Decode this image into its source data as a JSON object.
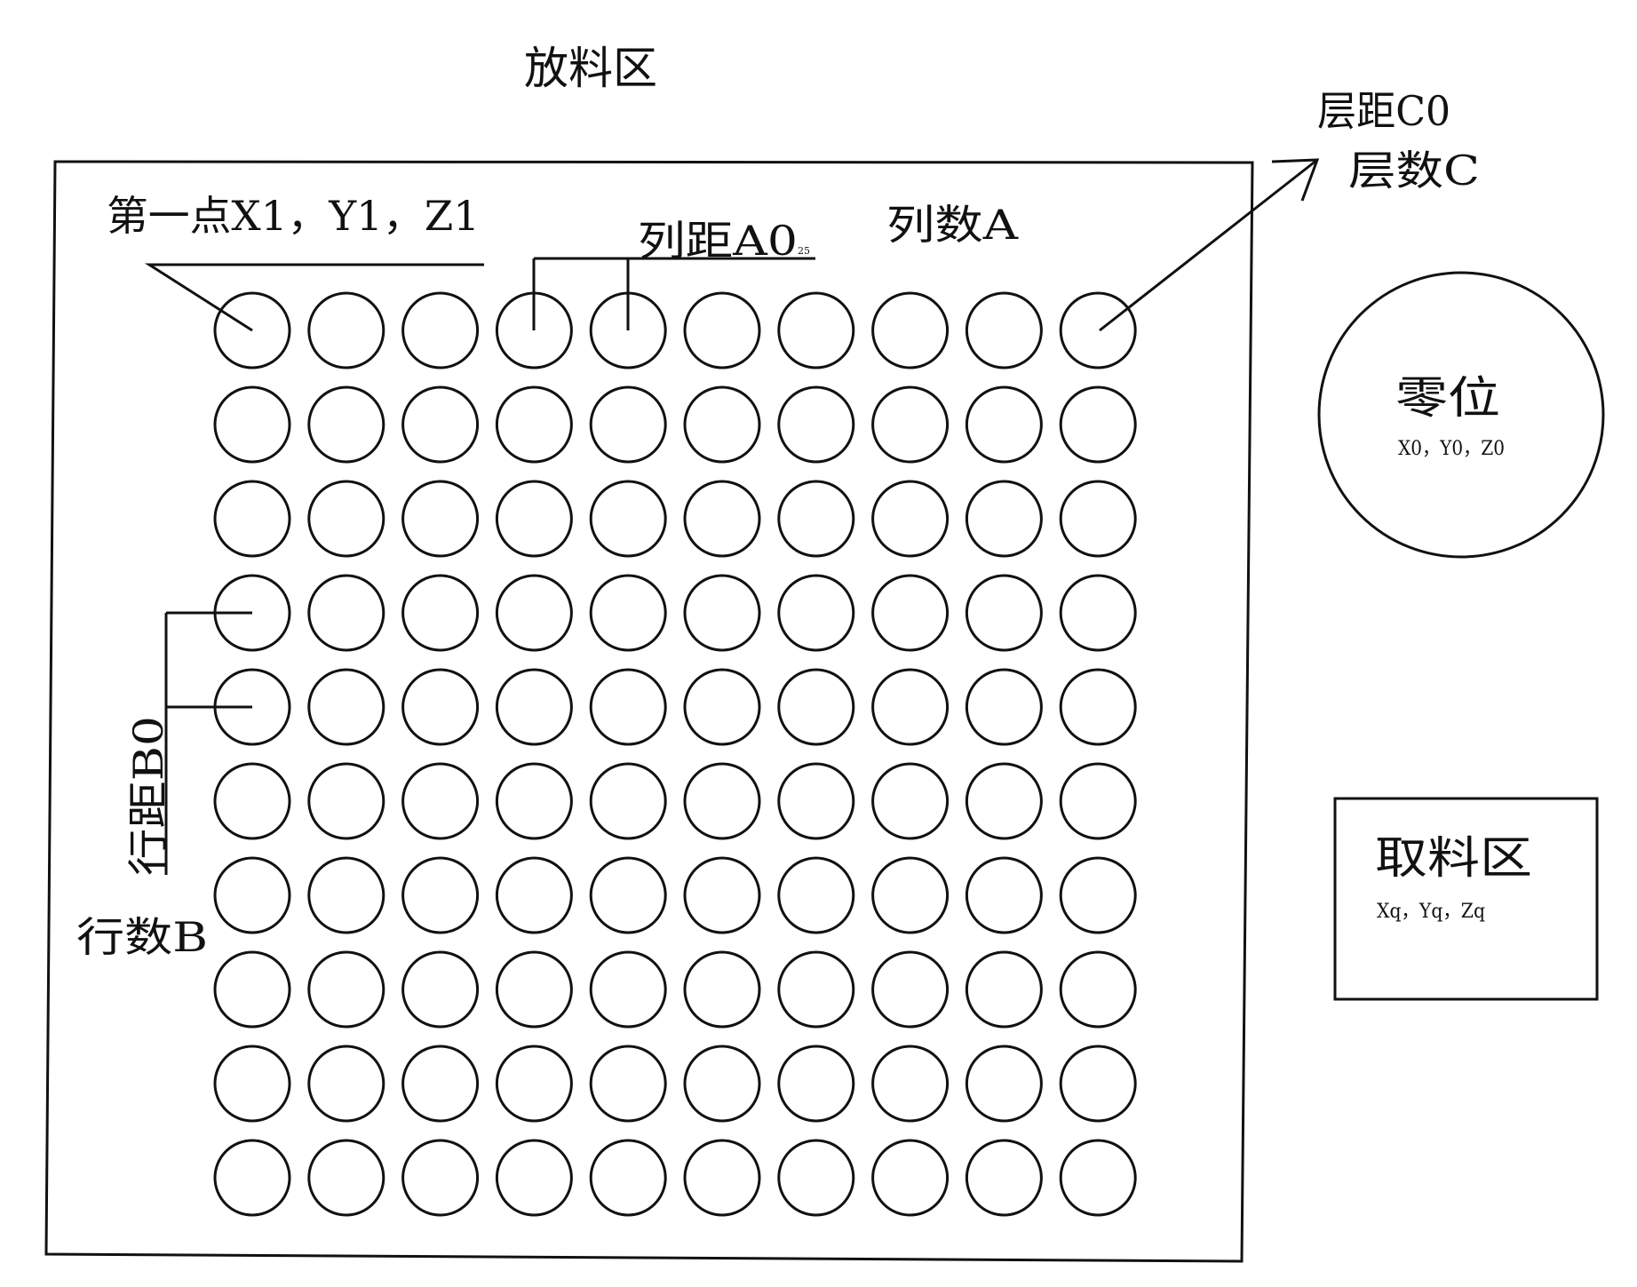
{
  "labels": {
    "placement_area": "放料区",
    "first_point": "第一点X1，Y1，Z1",
    "col_spacing": "列距A0",
    "col_spacing_note": "25",
    "col_count": "列数A",
    "layer_spacing": "层距C0",
    "layer_count": "层数C",
    "row_spacing": "行距B0",
    "row_count": "行数B",
    "zero_title": "零位",
    "zero_coords": "X0，Y0，Z0",
    "pick_title": "取料区",
    "pick_coords": "Xq，Yq，Zq"
  },
  "grid": {
    "rows": 10,
    "cols": 10
  },
  "colors": {
    "stroke": "#111111",
    "background": "#ffffff"
  }
}
